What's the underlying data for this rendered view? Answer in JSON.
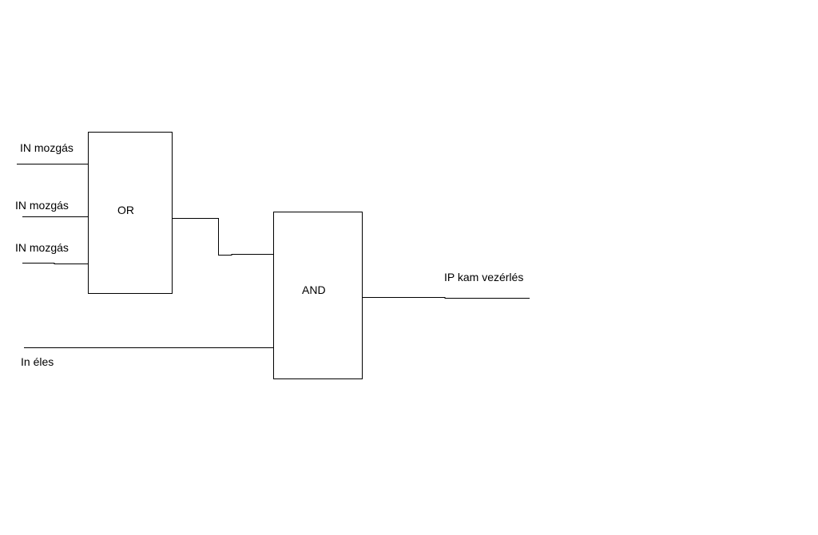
{
  "inputs": {
    "motion_1": "IN mozgás",
    "motion_2": "IN mozgás",
    "motion_3": "IN mozgás",
    "armed": "In éles"
  },
  "gates": {
    "or_label": "OR",
    "and_label": "AND"
  },
  "output": {
    "label": "IP kam vezérlés"
  },
  "colors": {
    "line": "#000000",
    "background": "#ffffff"
  }
}
